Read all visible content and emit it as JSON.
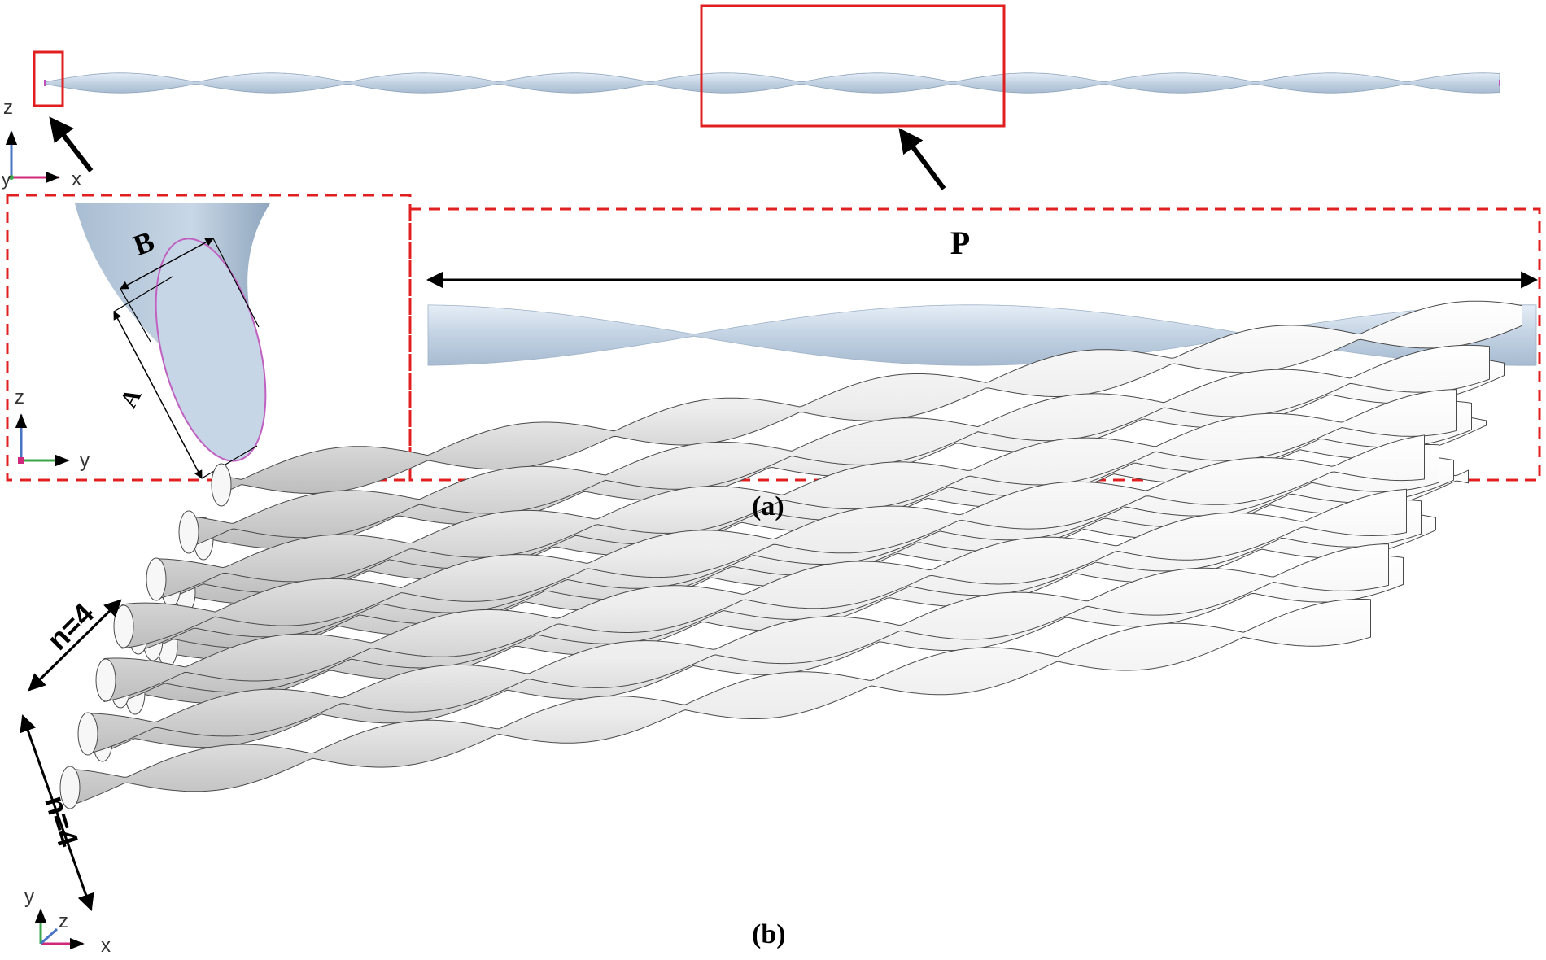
{
  "figure": {
    "caption_a": "(a)",
    "caption_b": "(b)",
    "label_B": "B",
    "label_A": "A",
    "label_P": "P",
    "label_n_row": "n=4",
    "label_n_col": "n=4",
    "axes_top": {
      "vertical": "z",
      "horizontal": "x",
      "depth": "y"
    },
    "axes_inset": {
      "vertical": "z",
      "horizontal": "y"
    },
    "axes_bottom": {
      "vertical": "y",
      "horizontal": "x",
      "depth": "z"
    },
    "colors": {
      "highlight_box": "#e02020",
      "tape_fill": "#c9d7e6",
      "tape_shadow": "#9fb2c7",
      "array_fill": "#f4f4f4",
      "array_shadow": "#c8c8c8",
      "axis_z": "#4a74c4",
      "axis_x": "#d0287a",
      "axis_y": "#3aa64a"
    }
  }
}
